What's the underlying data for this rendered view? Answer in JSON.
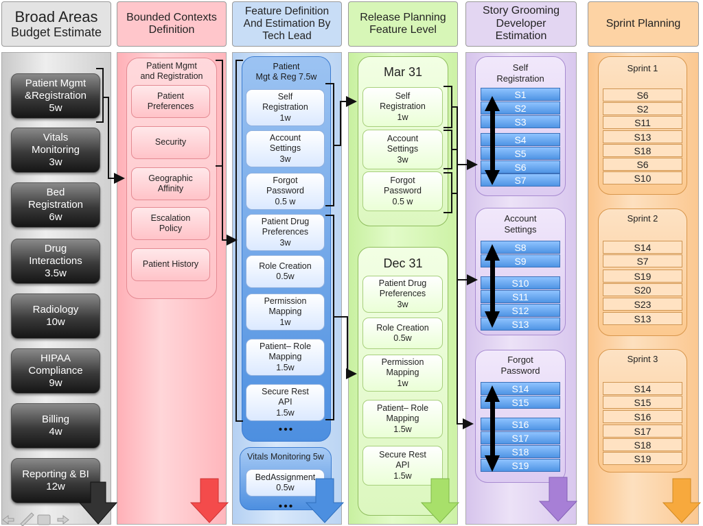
{
  "colors": {
    "gray": "#e3e3e3",
    "red": "#ffc6cb",
    "blue": "#c8ddf6",
    "green": "#d7f6b7",
    "purple": "#e3d6f2",
    "orange": "#fdd3a4",
    "arrow_gray": "#333333",
    "arrow_red": "#f44b4b",
    "arrow_blue": "#4c8fe0",
    "arrow_green": "#a8e06a",
    "arrow_purple": "#a77fd6",
    "arrow_orange": "#f7a93d"
  },
  "headers": {
    "broad": {
      "line1": "Broad Areas",
      "line2": "Budget Estimate"
    },
    "bounded": "Bounded Contexts\nDefinition",
    "feature": "Feature Definition\nAnd  Estimation By\nTech Lead",
    "release": "Release Planning\nFeature Level",
    "story": "Story Grooming\nDeveloper\nEstimation",
    "sprint": "Sprint Planning"
  },
  "broad_areas": [
    "Patient Mgmt\n&Registration\n5w",
    "Vitals\nMonitoring\n3w",
    "Bed\nRegistration\n6w",
    "Drug\nInteractions\n3.5w",
    "Radiology\n10w",
    "HIPAA\nCompliance\n9w",
    "Billing\n4w",
    "Reporting & BI\n12w"
  ],
  "bounded": {
    "title": "Patient Mgmt\nand Registration",
    "items": [
      "Patient\nPreferences",
      "Security",
      "Geographic\nAffinity",
      "Escalation\nPolicy",
      "Patient History"
    ]
  },
  "feature": {
    "group_title": "Patient\nMgt & Reg 7.5w",
    "items": [
      "Self\nRegistration\n1w",
      "Account\nSettings\n3w",
      "Forgot\nPassword\n0.5 w",
      "Patient Drug\nPreferences\n3w",
      "Role Creation\n0.5w",
      "Permission\nMapping\n1w",
      "Patient– Role\nMapping\n1.5w",
      "Secure Rest\nAPI\n1.5w"
    ],
    "ellipsis": "•••",
    "group2_title": "Vitals Monitoring 5w",
    "group2_items": [
      "BedAssignment\n0.5w"
    ],
    "ellipsis2": "•••"
  },
  "release": {
    "r1_title": "Mar 31",
    "r1_items": [
      "Self\nRegistration\n1w",
      "Account\nSettings\n3w",
      "Forgot\nPassword\n0.5 w"
    ],
    "r2_title": "Dec 31",
    "r2_items": [
      "Patient Drug\nPreferences\n3w",
      "Role Creation\n0.5w",
      "Permission\nMapping\n1w",
      "Patient– Role\nMapping\n1.5w",
      "Secure Rest\nAPI\n1.5w"
    ]
  },
  "story": {
    "g1_title": "Self\nRegistration",
    "g1_items": [
      "S1",
      "S2",
      "S3",
      "S4",
      "S5",
      "S6",
      "S7"
    ],
    "g2_title": "Account\nSettings",
    "g2_items": [
      "S8",
      "S9",
      "S10",
      "S11",
      "S12",
      "S13"
    ],
    "g3_title": "Forgot\nPassword",
    "g3_items": [
      "S14",
      "S15",
      "S16",
      "S17",
      "S18",
      "S19"
    ]
  },
  "sprints": {
    "s1_title": "Sprint 1",
    "s1_items": [
      "S6",
      "S2",
      "S11",
      "S13",
      "S18",
      "S6",
      "S10"
    ],
    "s2_title": "Sprint 2",
    "s2_items": [
      "S14",
      "S7",
      "S19",
      "S20",
      "S23",
      "S13"
    ],
    "s3_title": "Sprint 3",
    "s3_items": [
      "S14",
      "S15",
      "S16",
      "S17",
      "S18",
      "S19"
    ]
  }
}
